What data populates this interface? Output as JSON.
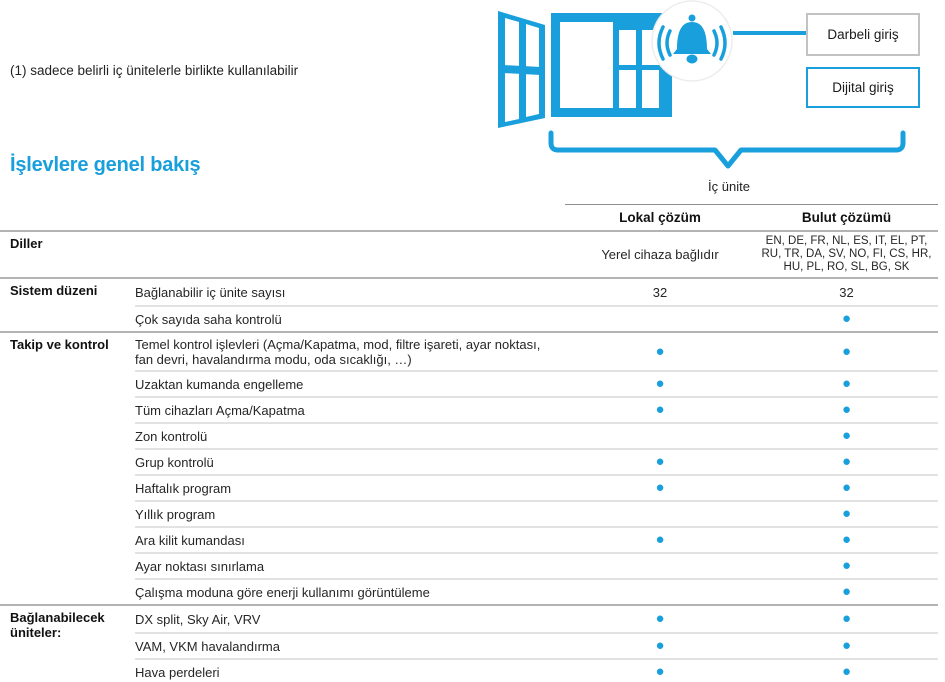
{
  "colors": {
    "accent": "#189FDC",
    "pulse_border_gray": "#c2c2c2"
  },
  "footnote": "(1) sadece belirli iç ünitelerle birlikte kullanılabilir",
  "section_title": "İşlevlere genel bakış",
  "diagram": {
    "icons": [
      "open-window-icon",
      "alarm-bell-icon",
      "brace-bracket"
    ],
    "pulse_input_label": "Darbeli giriş",
    "digital_input_label": "Dijital giriş",
    "indoor_unit_label": "İç ünite"
  },
  "table": {
    "column_headers": {
      "local": "Lokal çözüm",
      "cloud": "Bulut çözümü"
    },
    "groups": [
      {
        "label": "Diller",
        "rows": [
          {
            "feature": "",
            "local": "Yerel cihaza bağlıdır",
            "cloud": "EN, DE, FR, NL, ES, IT, EL, PT, RU, TR, DA, SV, NO, FI, CS, HR, HU, PL, RO, SL, BG, SK"
          }
        ]
      },
      {
        "label": "Sistem düzeni",
        "rows": [
          {
            "feature": "Bağlanabilir iç ünite sayısı",
            "local": "32",
            "cloud": "32"
          },
          {
            "feature": "Çok sayıda saha kontrolü",
            "local": "",
            "cloud": "●"
          }
        ]
      },
      {
        "label": "Takip ve kontrol",
        "rows": [
          {
            "feature": "Temel kontrol işlevleri (Açma/Kapatma, mod, filtre işareti, ayar noktası, fan devri, havalandırma modu, oda sıcaklığı, …)",
            "local": "●",
            "cloud": "●"
          },
          {
            "feature": "Uzaktan kumanda engelleme",
            "local": "●",
            "cloud": "●"
          },
          {
            "feature": "Tüm cihazları Açma/Kapatma",
            "local": "●",
            "cloud": "●"
          },
          {
            "feature": "Zon kontrolü",
            "local": "",
            "cloud": "●"
          },
          {
            "feature": "Grup kontrolü",
            "local": "●",
            "cloud": "●"
          },
          {
            "feature": "Haftalık program",
            "local": "●",
            "cloud": "●"
          },
          {
            "feature": "Yıllık program",
            "local": "",
            "cloud": "●"
          },
          {
            "feature": "Ara kilit kumandası",
            "local": "●",
            "cloud": "●"
          },
          {
            "feature": "Ayar noktası sınırlama",
            "local": "",
            "cloud": "●"
          },
          {
            "feature": "Çalışma moduna göre enerji kullanımı görüntüleme",
            "local": "",
            "cloud": "●"
          }
        ]
      },
      {
        "label": "Bağlanabilecek üniteler:",
        "rows": [
          {
            "feature": "DX split, Sky Air, VRV",
            "local": "●",
            "cloud": "●"
          },
          {
            "feature": "VAM, VKM havalandırma",
            "local": "●",
            "cloud": "●"
          },
          {
            "feature": "Hava perdeleri",
            "local": "●",
            "cloud": "●"
          }
        ]
      }
    ]
  }
}
